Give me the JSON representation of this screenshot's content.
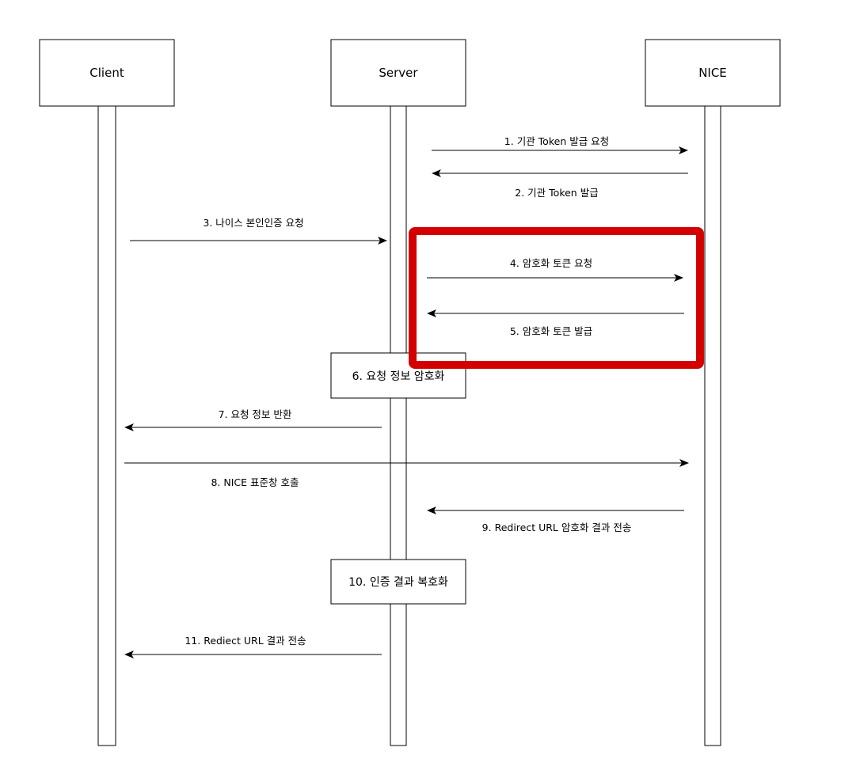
{
  "participants": {
    "client": "Client",
    "server": "Server",
    "nice": "NICE"
  },
  "messages": {
    "m1": "1. 기관 Token 발급 요청",
    "m2": "2. 기관 Token 발급",
    "m3": "3. 나이스 본인인증 요청",
    "m4": "4. 암호화 토큰 요청",
    "m5": "5. 암호화 토큰 발급",
    "m7": "7. 요청 정보 반환",
    "m8": "8. NICE 표준창 호출",
    "m9": "9. Redirect URL 암호화 결과 전송",
    "m11": "11. Rediect URL 결과 전송"
  },
  "notes": {
    "n6": "6. 요청 정보 암호화",
    "n10": "10. 인증 결과 복호화"
  },
  "colors": {
    "line": "#000000",
    "highlight": "#d40000",
    "background": "#ffffff"
  }
}
